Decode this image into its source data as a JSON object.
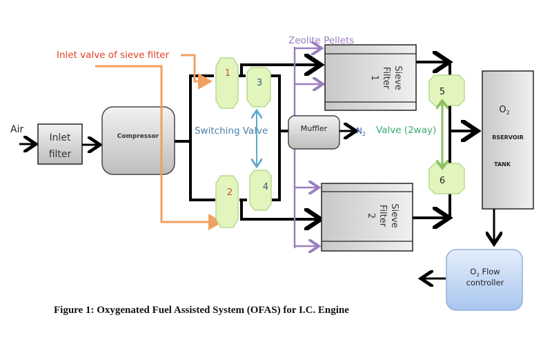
{
  "labels": {
    "air": "Air",
    "inlet_filter_line1": "Inlet",
    "inlet_filter_line2": "filter",
    "compressor": "Compressor",
    "inlet_valve": "Inlet valve of sieve filter",
    "zeolite": "Zeolite Pellets",
    "switching_valve": "Switching Valve",
    "muffler": "Muffler",
    "n2": "N",
    "n2_sub": "2",
    "valve_2way": "Valve (2way)",
    "sieve1_line1": "Sieve",
    "sieve1_line2": "Filter",
    "sieve1_line3": "1",
    "sieve2_line1": "Sieve",
    "sieve2_line2": "Filter",
    "sieve2_line3": "2",
    "o2": "O",
    "o2_sub": "2",
    "reservoir": "RSERVOIR",
    "tank": "TANK",
    "flow_o": "O",
    "flow_sub": "2",
    "flow_line1": " Flow",
    "flow_line2": "controller",
    "valve1": "1",
    "valve2": "2",
    "valve3": "3",
    "valve4": "4",
    "valve5": "5",
    "valve6": "6"
  },
  "caption": "Figure 1: Oxygenated Fuel Assisted System (OFAS) for I.C. Engine",
  "colors": {
    "orange": "#f0a060",
    "inlet_text": "#e04020",
    "purple": "#9a7ec0",
    "blue_arrow": "#5fa8cc",
    "green_arrow": "#8cc060",
    "valve_fill": "#e2f5bc",
    "valve_stroke": "#b8d890",
    "switching_text": "#4a7fa8",
    "valve2way_text": "#3aa870",
    "n2_text": "#3060a0",
    "flow_fill": "#c2d8f5"
  }
}
